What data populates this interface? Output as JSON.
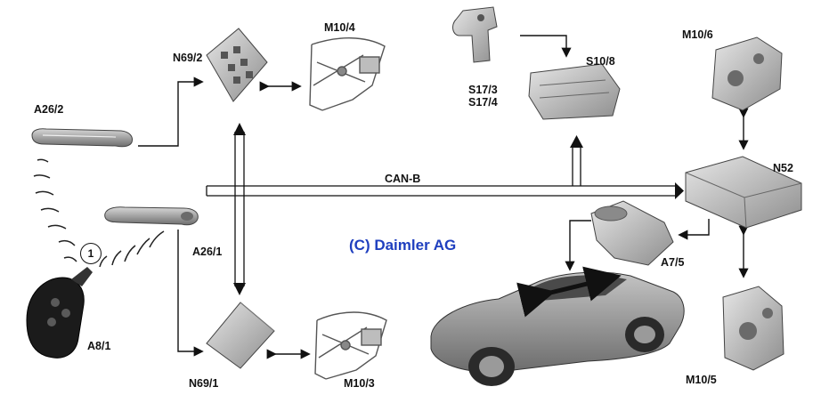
{
  "labels": {
    "a26_2": "A26/2",
    "a26_1": "A26/1",
    "a8_1": "A8/1",
    "n69_2": "N69/2",
    "n69_1": "N69/1",
    "m10_4": "M10/4",
    "m10_3": "M10/3",
    "s17_3": "S17/3",
    "s17_4": "S17/4",
    "s10_8": "S10/8",
    "m10_6": "M10/6",
    "n52": "N52",
    "a7_5": "A7/5",
    "m10_5": "M10/5"
  },
  "bus_label": "CAN-B",
  "callout_number": "1",
  "watermark": "(C) Daimler AG",
  "colors": {
    "line": "#111111",
    "watermark": "#1f3fbf",
    "component_gray": "#9a9a9a",
    "car_body": "#8c8c8c"
  }
}
